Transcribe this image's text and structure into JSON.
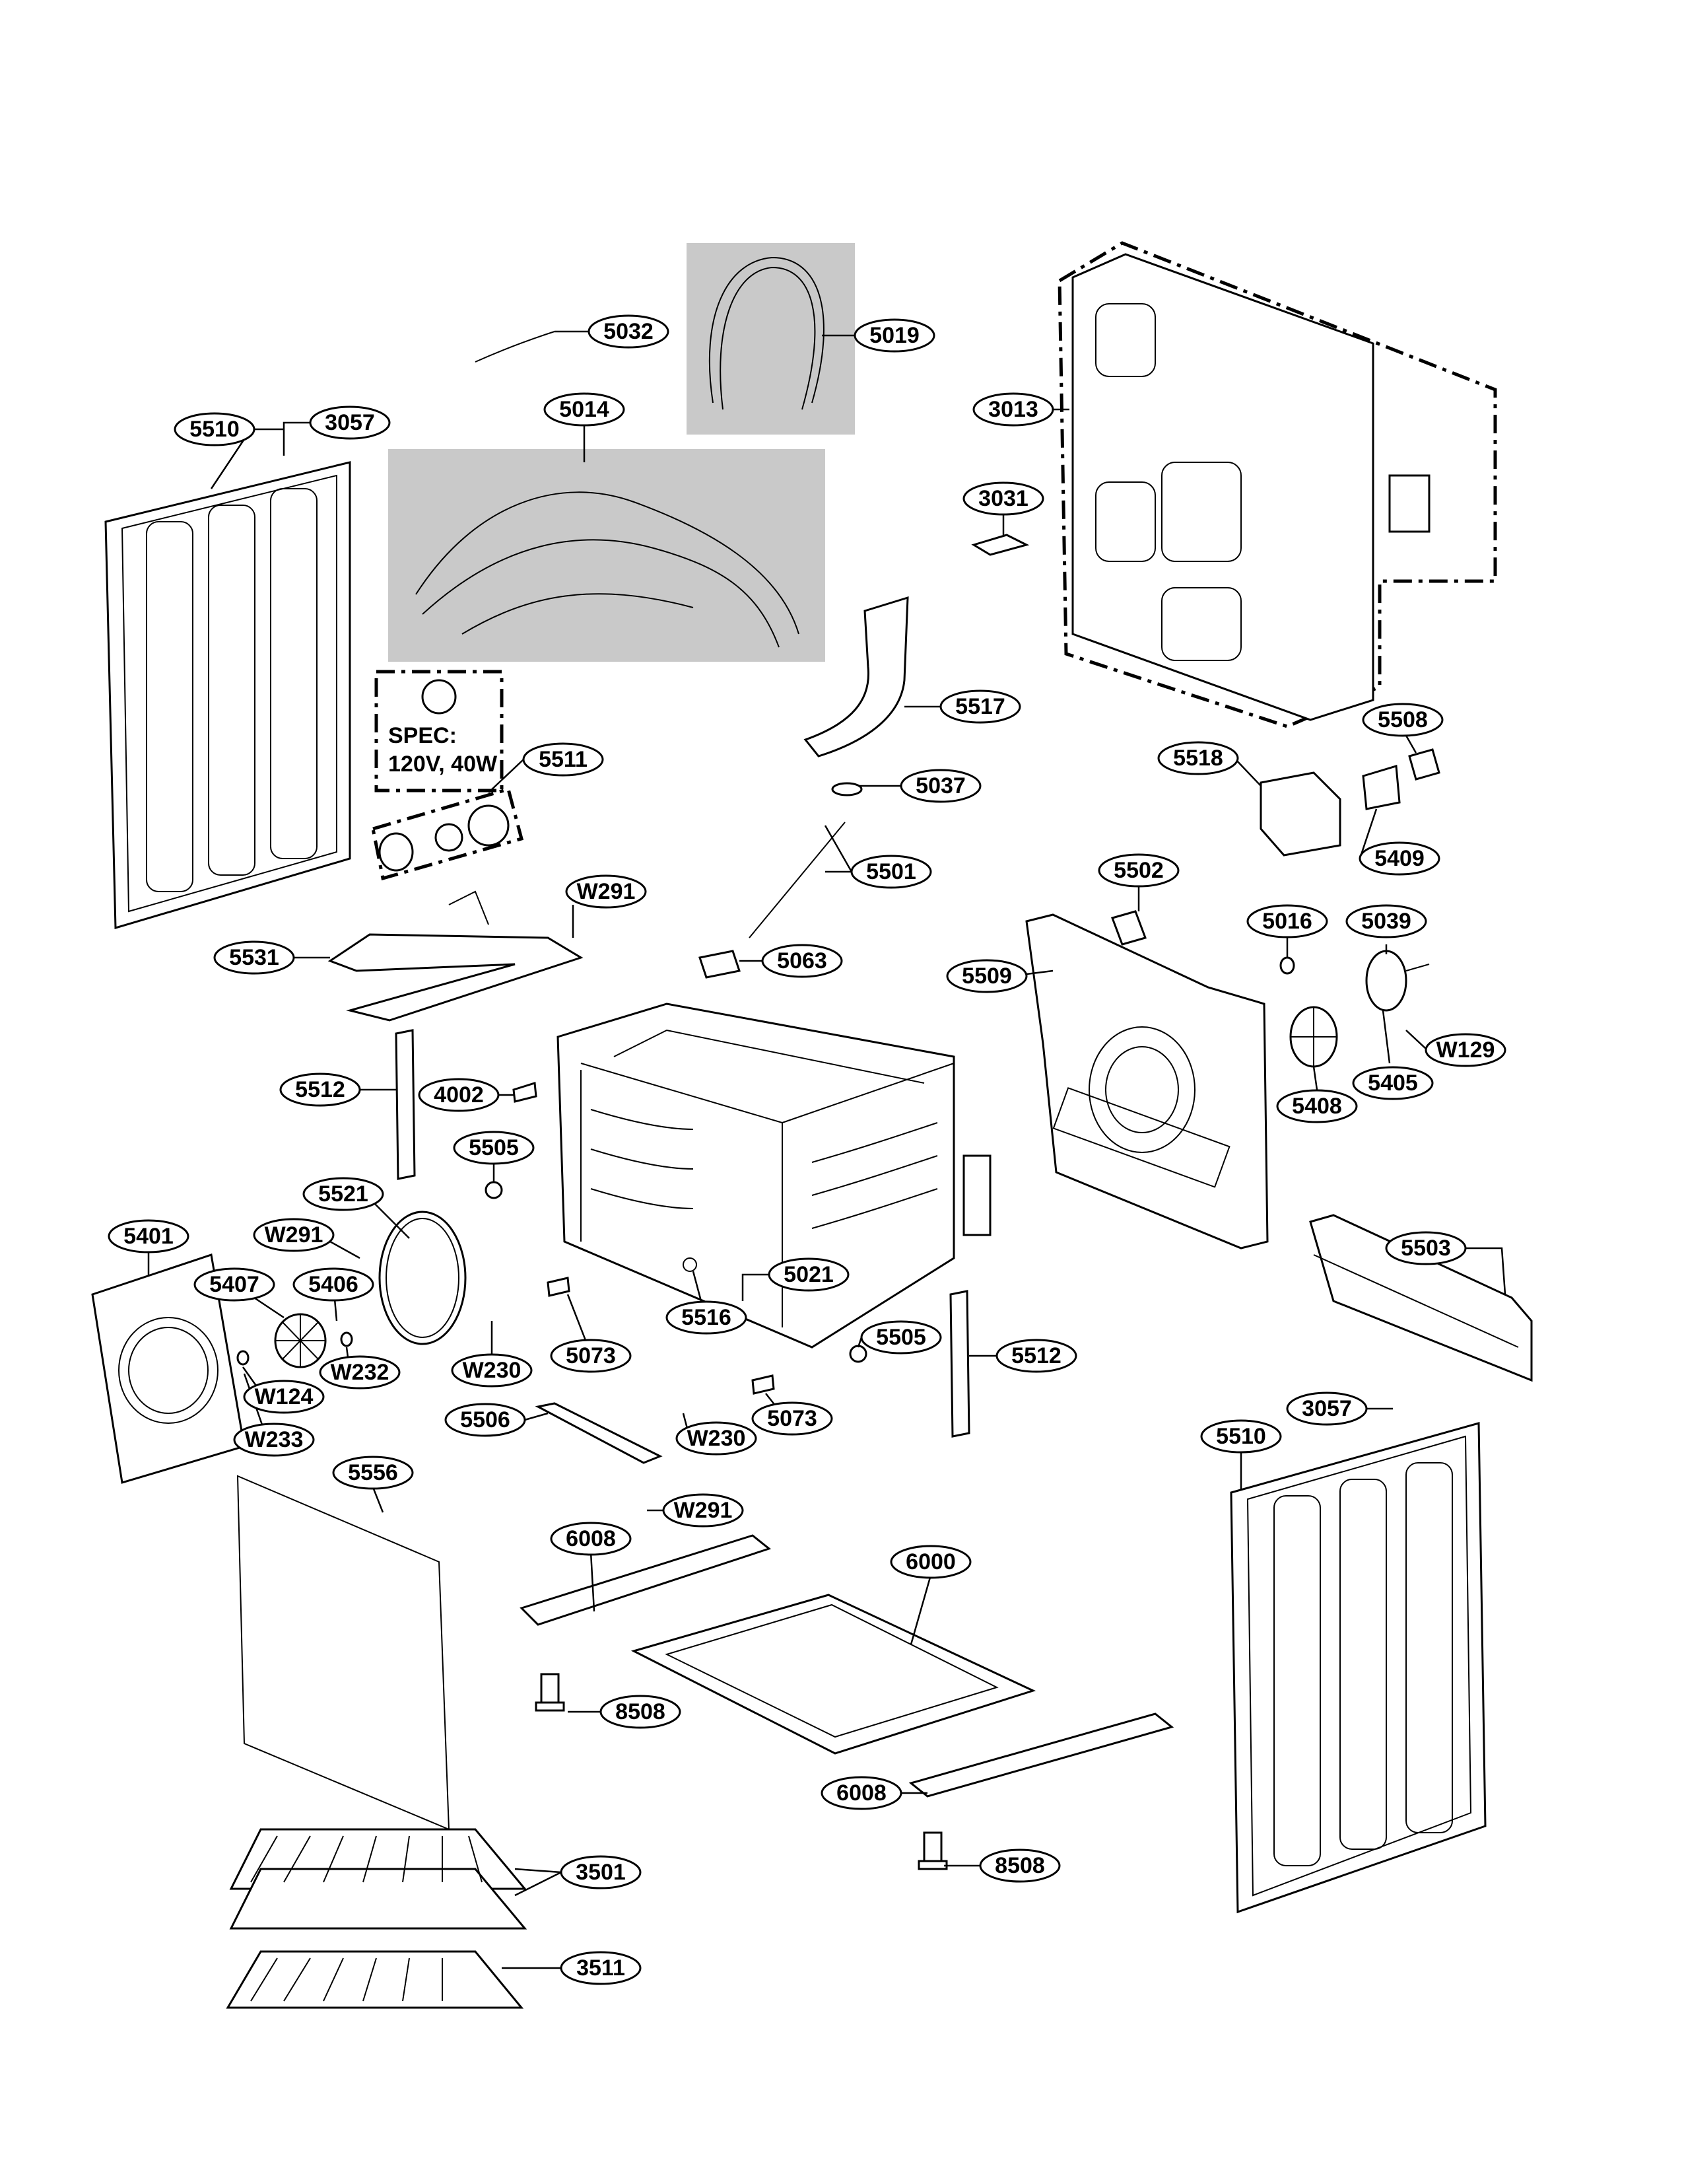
{
  "spec_box": {
    "line1": "SPEC:",
    "line2": "120V, 40W"
  },
  "callouts": [
    {
      "id": "5032",
      "label": "5032"
    },
    {
      "id": "5019",
      "label": "5019"
    },
    {
      "id": "5014",
      "label": "5014"
    },
    {
      "id": "5510a",
      "label": "5510"
    },
    {
      "id": "3057a",
      "label": "3057"
    },
    {
      "id": "3013",
      "label": "3013"
    },
    {
      "id": "3031",
      "label": "3031"
    },
    {
      "id": "5517",
      "label": "5517"
    },
    {
      "id": "5511",
      "label": "5511"
    },
    {
      "id": "5037",
      "label": "5037"
    },
    {
      "id": "5508",
      "label": "5508"
    },
    {
      "id": "5518",
      "label": "5518"
    },
    {
      "id": "5409",
      "label": "5409"
    },
    {
      "id": "5501",
      "label": "5501"
    },
    {
      "id": "W291a",
      "label": "W291"
    },
    {
      "id": "5502",
      "label": "5502"
    },
    {
      "id": "5531",
      "label": "5531"
    },
    {
      "id": "5063",
      "label": "5063"
    },
    {
      "id": "5016",
      "label": "5016"
    },
    {
      "id": "5039",
      "label": "5039"
    },
    {
      "id": "5509",
      "label": "5509"
    },
    {
      "id": "5512a",
      "label": "5512"
    },
    {
      "id": "4002",
      "label": "4002"
    },
    {
      "id": "W129",
      "label": "W129"
    },
    {
      "id": "5405",
      "label": "5405"
    },
    {
      "id": "5408",
      "label": "5408"
    },
    {
      "id": "5505a",
      "label": "5505"
    },
    {
      "id": "5521",
      "label": "5521"
    },
    {
      "id": "5401",
      "label": "5401"
    },
    {
      "id": "W291b",
      "label": "W291"
    },
    {
      "id": "5503",
      "label": "5503"
    },
    {
      "id": "5407",
      "label": "5407"
    },
    {
      "id": "5406",
      "label": "5406"
    },
    {
      "id": "5021",
      "label": "5021"
    },
    {
      "id": "5516",
      "label": "5516"
    },
    {
      "id": "5505b",
      "label": "5505"
    },
    {
      "id": "W232",
      "label": "W232"
    },
    {
      "id": "W230a",
      "label": "W230"
    },
    {
      "id": "5073a",
      "label": "5073"
    },
    {
      "id": "5512b",
      "label": "5512"
    },
    {
      "id": "W124",
      "label": "W124"
    },
    {
      "id": "5073b",
      "label": "5073"
    },
    {
      "id": "3057b",
      "label": "3057"
    },
    {
      "id": "5506",
      "label": "5506"
    },
    {
      "id": "W233",
      "label": "W233"
    },
    {
      "id": "W230b",
      "label": "W230"
    },
    {
      "id": "5510b",
      "label": "5510"
    },
    {
      "id": "5556",
      "label": "5556"
    },
    {
      "id": "W291c",
      "label": "W291"
    },
    {
      "id": "6008a",
      "label": "6008"
    },
    {
      "id": "6000",
      "label": "6000"
    },
    {
      "id": "8508a",
      "label": "8508"
    },
    {
      "id": "6008b",
      "label": "6008"
    },
    {
      "id": "8508b",
      "label": "8508"
    },
    {
      "id": "3501",
      "label": "3501"
    },
    {
      "id": "3511",
      "label": "3511"
    }
  ]
}
